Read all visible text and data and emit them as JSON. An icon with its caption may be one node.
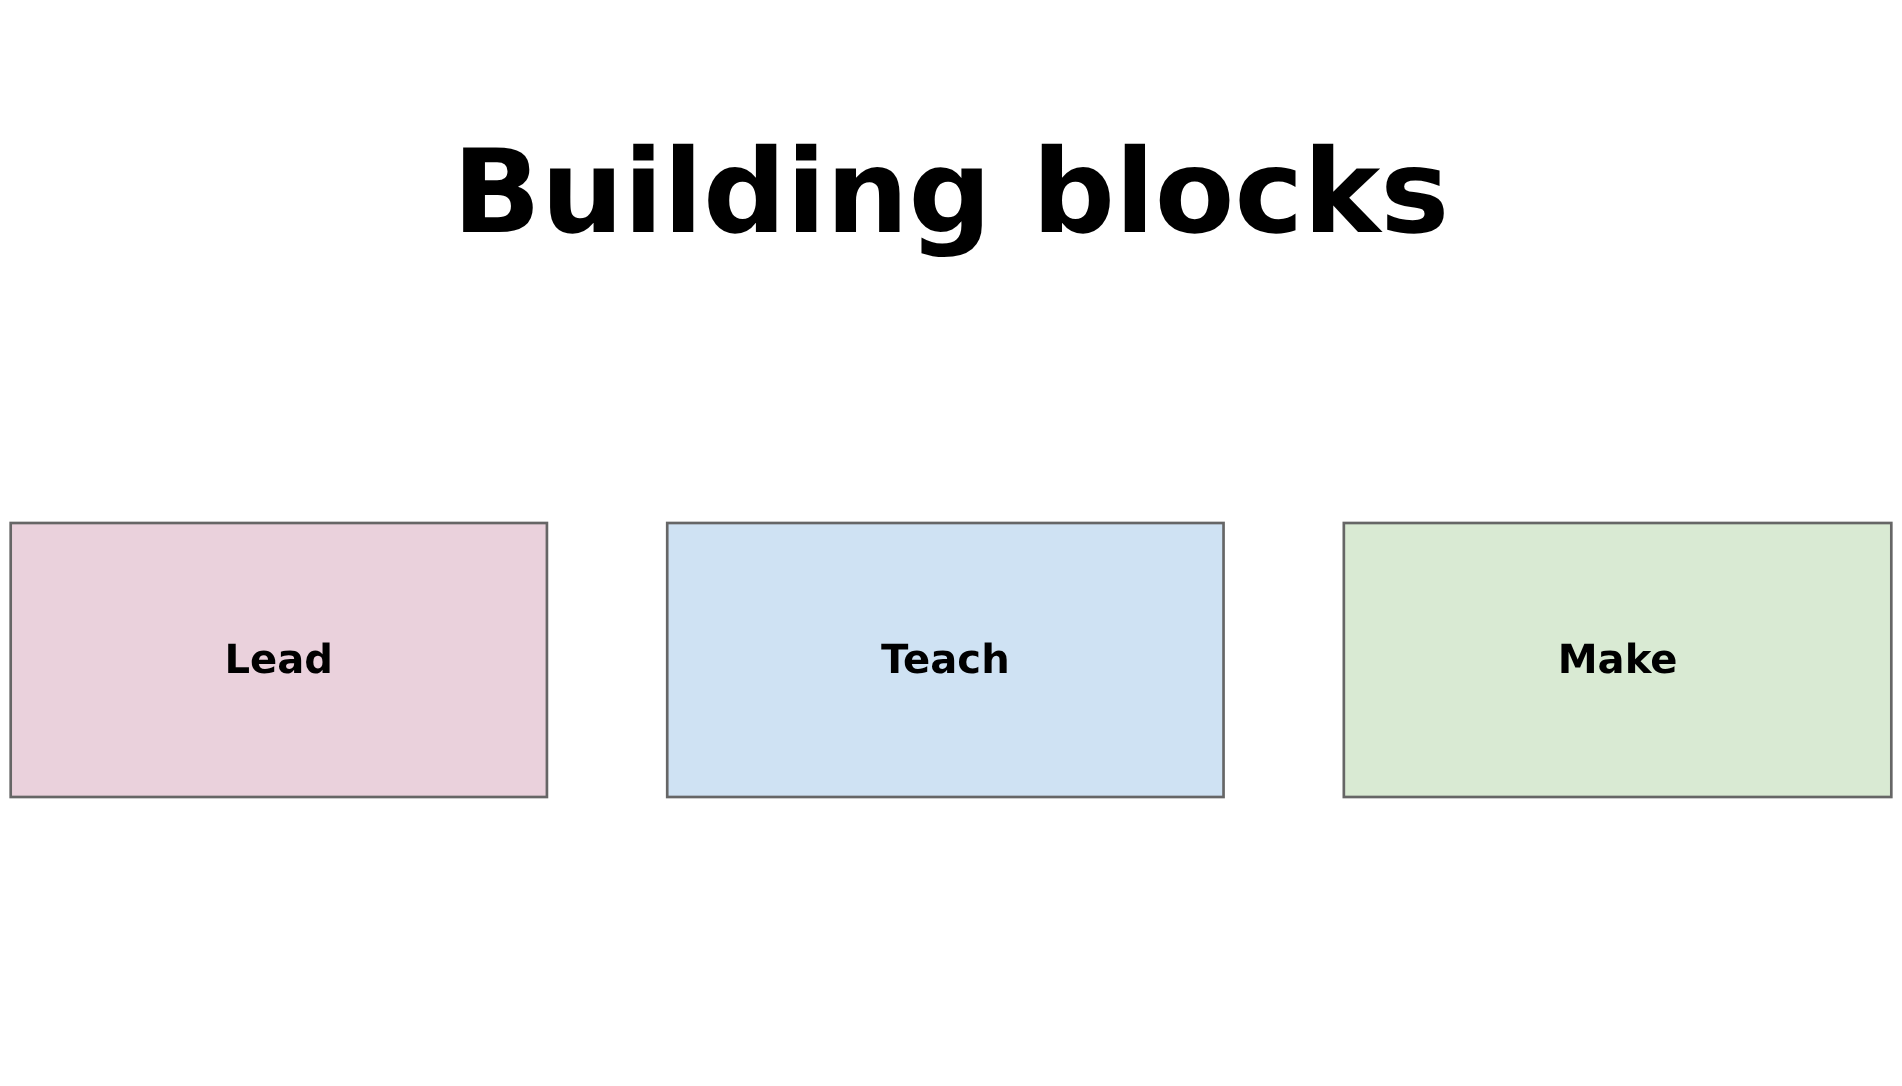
{
  "diagram": {
    "title": "Building blocks",
    "nodes": [
      {
        "text": [
          "Lead"
        ]
      },
      {
        "text": [
          "Teach"
        ]
      },
      {
        "text": [
          "Make"
        ]
      }
    ]
  }
}
